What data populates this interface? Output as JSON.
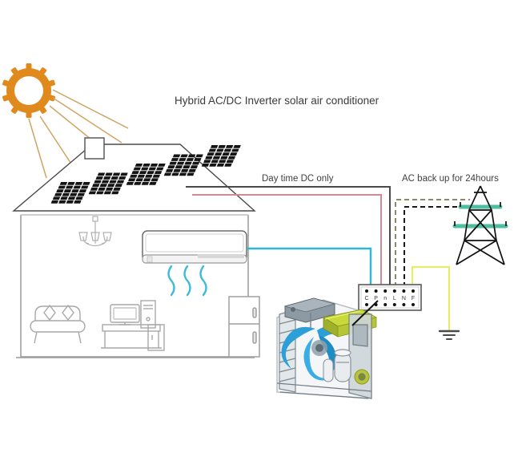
{
  "diagram": {
    "title": "Hybrid AC/DC Inverter solar air conditioner",
    "labels": {
      "dc_path": "Day time DC only",
      "ac_path": "AC back up for 24hours"
    },
    "terminal_block": {
      "name": "wiring-terminal-block",
      "terminals": [
        "C",
        "P",
        "n",
        "L",
        "N",
        "F"
      ]
    },
    "components": {
      "sun": "sun-icon",
      "solar_panels": "solar-panel-array",
      "panel_count": 5,
      "house": "house-outline",
      "roof_junction_box": "roof-junction-box",
      "chandelier": "chandelier-icon",
      "indoor_unit": "indoor-split-ac-unit",
      "airflow": "airflow-waves",
      "sofa": "sofa-icon",
      "desk": "desk-icon",
      "monitor": "monitor-icon",
      "pc_tower": "pc-tower-icon",
      "cabinet": "cabinet-icon",
      "refrigerator": "refrigerator-icon",
      "outdoor_unit": "outdoor-condenser-unit",
      "fan": "condenser-fan",
      "heat_exchanger": "heat-exchanger",
      "compressor": "compressor",
      "power_tower": "electric-transmission-tower",
      "ground": "earth-ground-symbol"
    },
    "wires": [
      {
        "name": "dc-positive-wire",
        "color": "#4a4a4a",
        "style": "solid",
        "from": "solar-panel-array",
        "to": "terminal-p"
      },
      {
        "name": "dc-negative-wire",
        "color": "#d08a92",
        "style": "solid",
        "from": "solar-panel-array",
        "to": "terminal-n"
      },
      {
        "name": "indoor-communication-wire",
        "color": "#2fb6d4",
        "style": "solid",
        "from": "indoor-split-ac-unit",
        "to": "terminal-c"
      },
      {
        "name": "ac-live-wire",
        "color": "#8a8a6a",
        "style": "dashed",
        "from": "terminal-l",
        "to": "electric-transmission-tower"
      },
      {
        "name": "ac-neutral-wire",
        "color": "#1a1a1a",
        "style": "dashed",
        "from": "terminal-n",
        "to": "electric-transmission-tower"
      },
      {
        "name": "ground-wire",
        "color": "#e8ea6a",
        "style": "solid",
        "from": "terminal-f",
        "to": "earth-ground-symbol"
      }
    ],
    "colors": {
      "sun": "#e08a1e",
      "panel_cells": "#141414",
      "airflow": "#3dbcd8",
      "tower_arms": "#4dbfa0",
      "outline": "#8c8c8c"
    }
  }
}
